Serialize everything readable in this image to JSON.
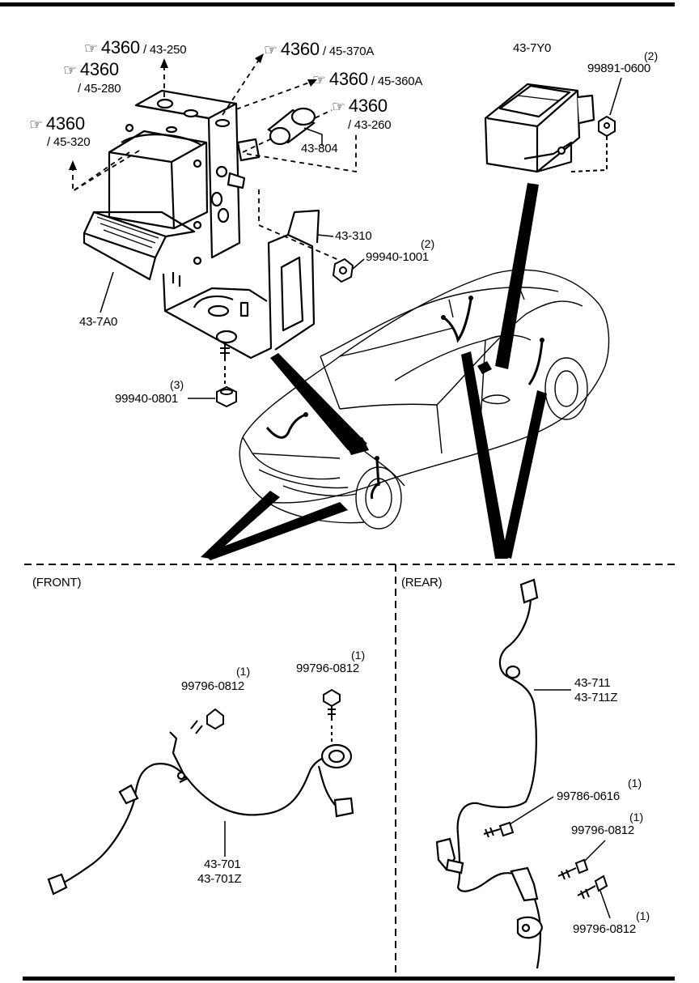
{
  "ref_4360": "4360",
  "refs": [
    {
      "ref": "4360",
      "page": "/ 43-250"
    },
    {
      "ref": "4360",
      "page": "/ 45-370A"
    },
    {
      "ref": "4360",
      "page": "/ 45-280"
    },
    {
      "ref": "4360",
      "page": "/ 45-360A"
    },
    {
      "ref": "4360",
      "page": "/ 45-320"
    },
    {
      "ref": "4360",
      "page": "/ 43-260"
    }
  ],
  "parts": {
    "p_43_804": "43-804",
    "p_43_7y0": "43-7Y0",
    "p_99891_0600": "99891-0600",
    "q_99891_0600": "(2)",
    "p_43_310": "43-310",
    "p_99940_1001": "99940-1001",
    "q_99940_1001": "(2)",
    "p_43_7a0": "43-7A0",
    "p_99940_0801": "99940-0801",
    "q_99940_0801": "(3)"
  },
  "front": {
    "title": "(FRONT)",
    "bolt_a": "99796-0812",
    "bolt_a_qty": "(1)",
    "bolt_b": "99796-0812",
    "bolt_b_qty": "(1)",
    "sensor": "43-701",
    "sensor_alt": "43-701Z"
  },
  "rear": {
    "title": "(REAR)",
    "sensor": "43-711",
    "sensor_alt": "43-711Z",
    "bolt_a": "99786-0616",
    "bolt_a_qty": "(1)",
    "bolt_b": "99796-0812",
    "bolt_b_qty": "(1)",
    "bolt_c": "99796-0812",
    "bolt_c_qty": "(1)"
  }
}
